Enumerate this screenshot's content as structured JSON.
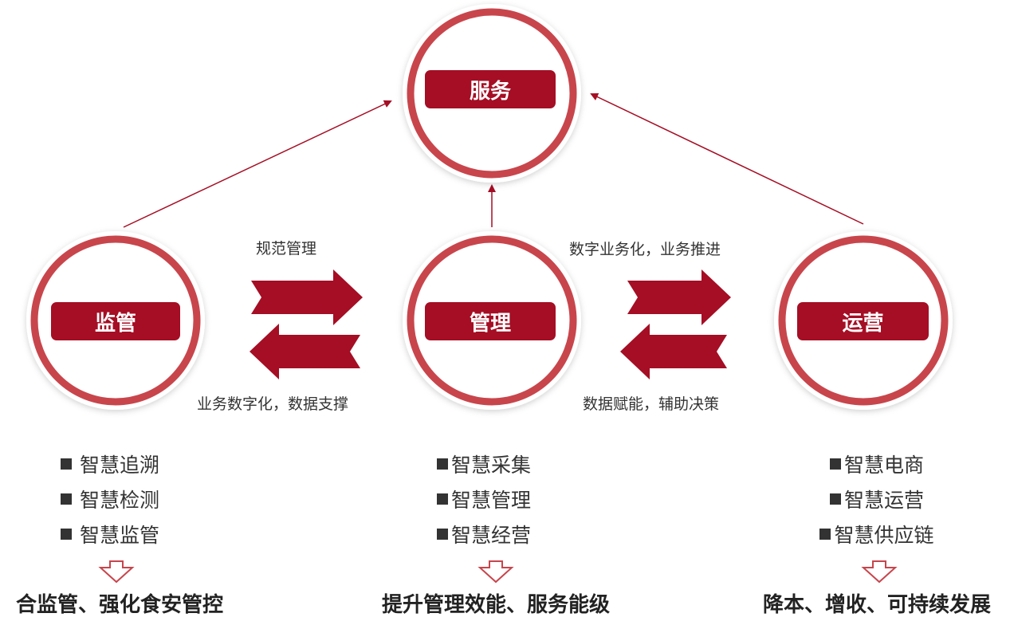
{
  "nodes": {
    "service": "服务",
    "supervision": "监管",
    "management": "管理",
    "operation": "运营"
  },
  "flows": {
    "sup_to_mgmt": "规范管理",
    "mgmt_to_sup": "业务数字化，数据支撑",
    "mgmt_to_ops": "数字业务化，业务推进",
    "ops_to_mgmt": "数据赋能，辅助决策"
  },
  "lists": {
    "supervision": [
      "智慧追溯",
      "智慧检测",
      "智慧监管"
    ],
    "management": [
      "智慧采集",
      "智慧管理",
      "智慧经营"
    ],
    "operation": [
      "智慧电商",
      "智慧运营",
      "智慧供应链"
    ]
  },
  "outcomes": {
    "supervision": "合监管、强化食安管控",
    "management": "提升管理效能、服务能级",
    "operation": "降本、增收、可持续发展"
  },
  "colors": {
    "primary": "#a50e24",
    "ring": "#c8454c"
  }
}
